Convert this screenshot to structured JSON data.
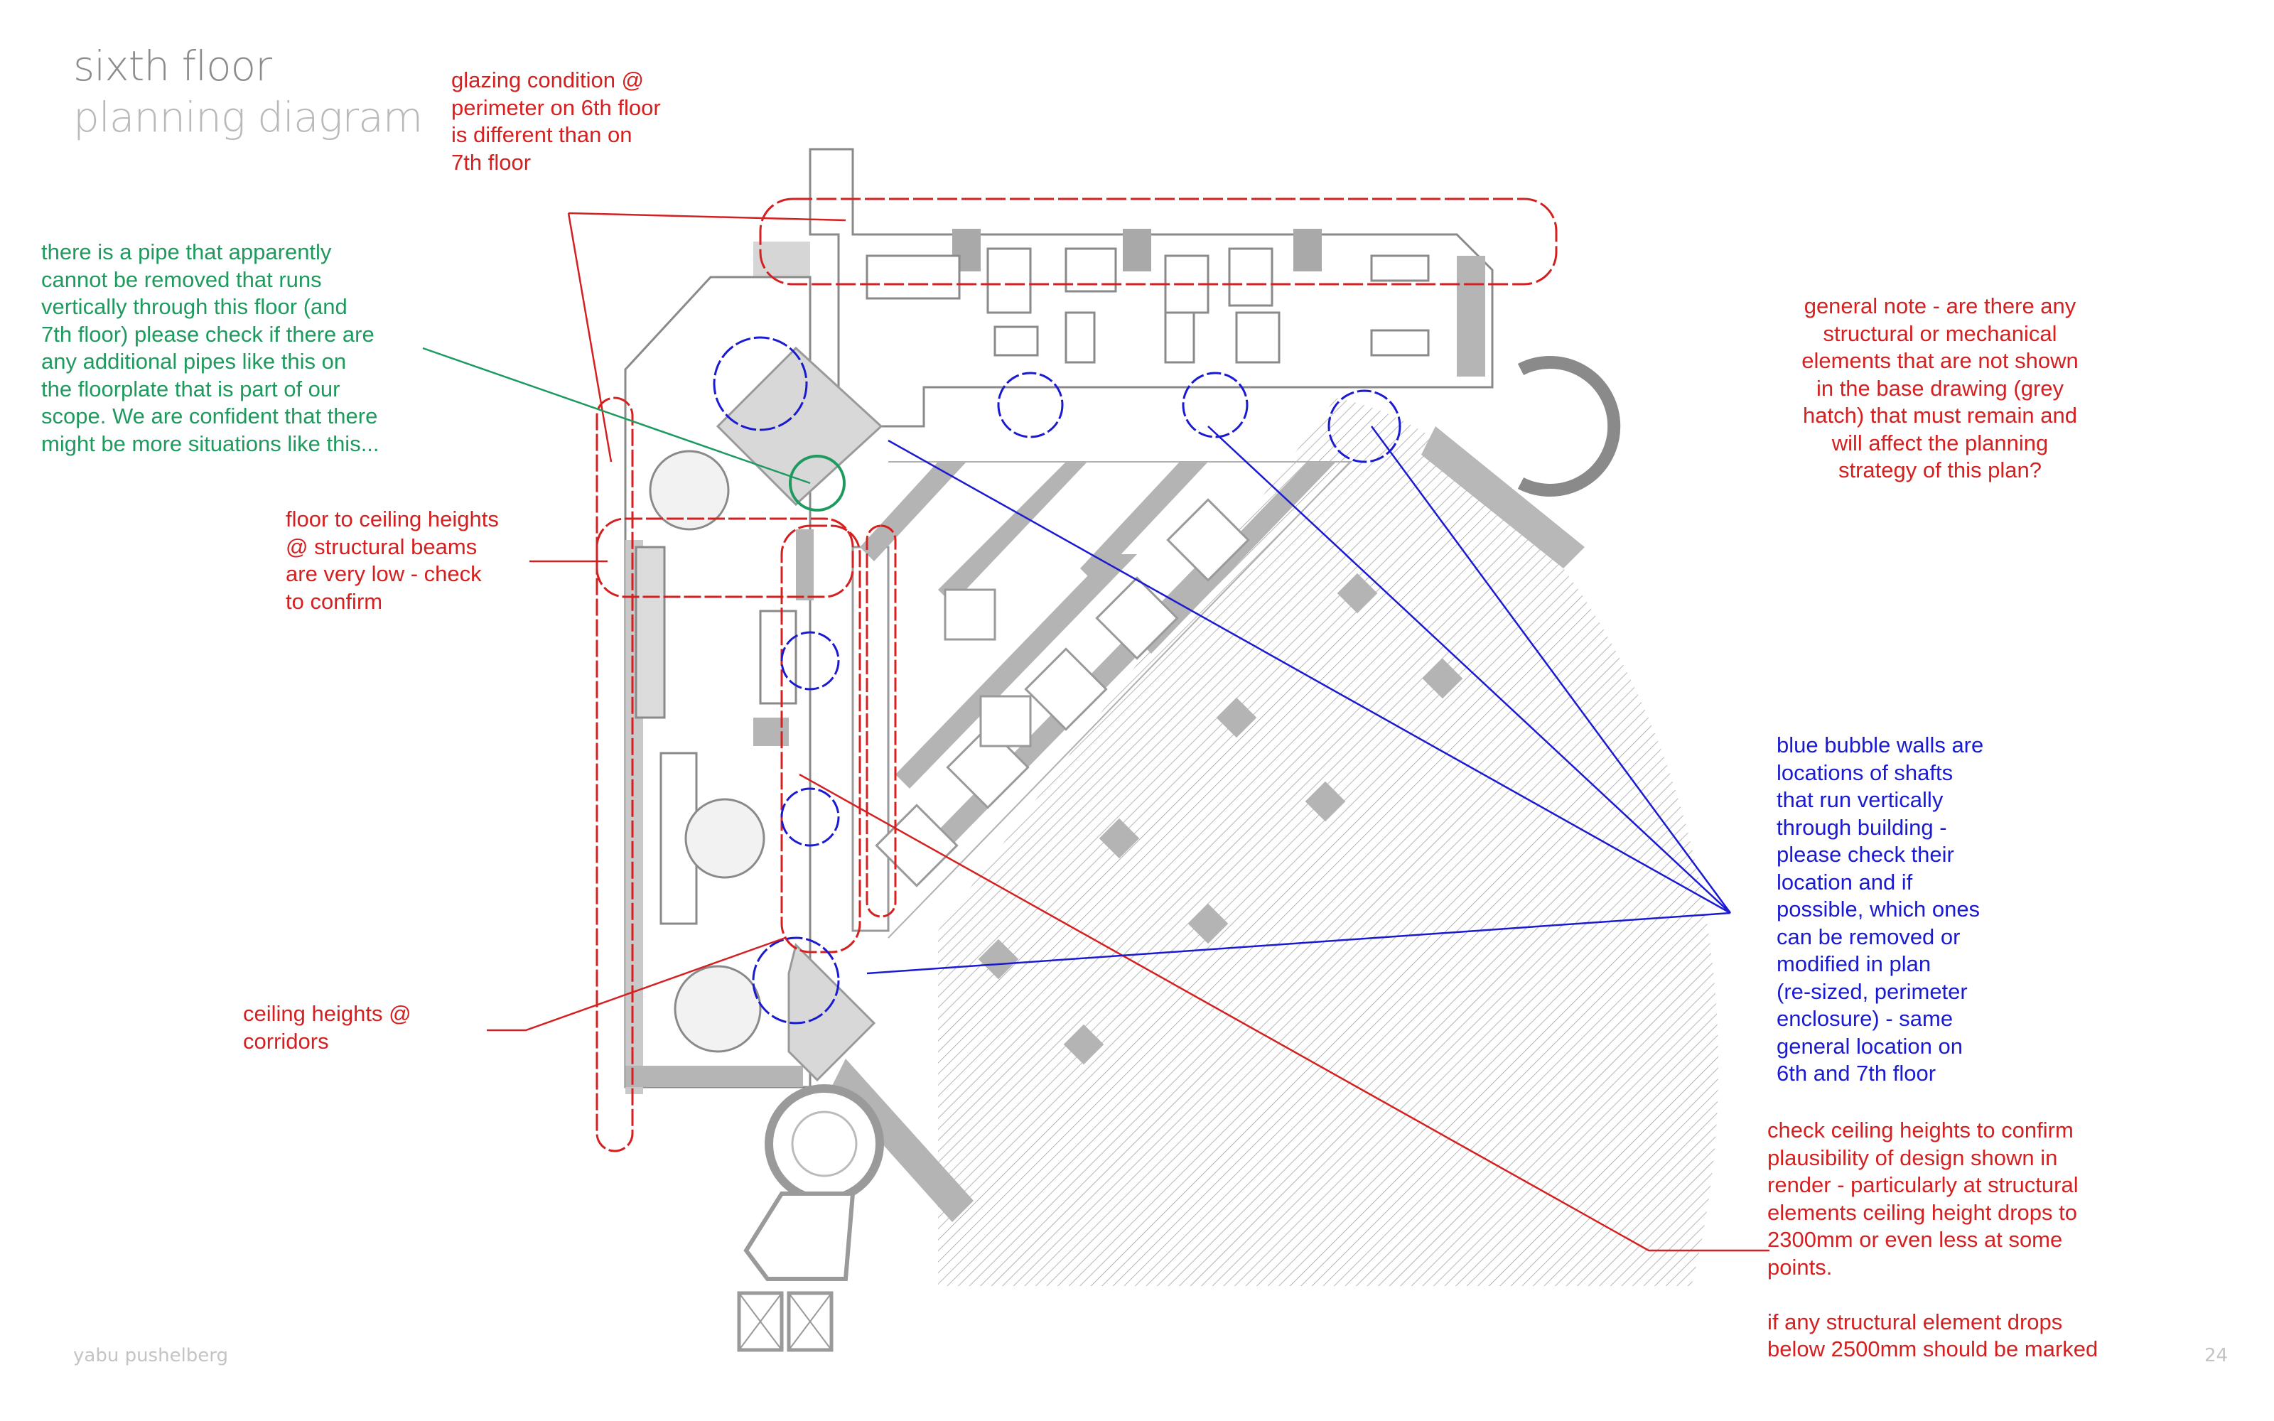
{
  "title": {
    "line1": "sixth floor",
    "line2": "planning diagram"
  },
  "notes": {
    "glazing": "glazing condition @\nperimeter on 6th floor\nis different than on\n7th floor",
    "pipe": "there is a pipe that apparently\ncannot be removed that runs\nvertically through this floor (and\n7th floor) please check if there are\nany additional pipes like this on\nthe floorplate that is part of our\nscope. We are confident that there\nmight be more situations like this...",
    "beams": "floor to ceiling heights\n@ structural beams\nare very low - check\nto confirm",
    "corridors": "ceiling heights @\ncorridors",
    "general": "general note - are there any\nstructural or mechanical\nelements that are not shown\nin the base drawing (grey\nhatch) that must remain and\nwill affect the planning\nstrategy of this plan?",
    "shafts": "blue bubble walls are\nlocations of shafts\nthat run vertically\nthrough building -\nplease check their\nlocation and if\npossible, which ones\ncan be removed or\nmodified in plan\n(re-sized, perimeter\nenclosure) - same\ngeneral location on\n6th and 7th floor",
    "render": "check ceiling heights to confirm\nplausibility of design shown in\nrender - particularly at structural\nelements ceiling height drops to\n2300mm or even less at some\npoints.\n\nif any structural element drops\nbelow 2500mm should be marked"
  },
  "footer": {
    "brand": "yabu pushelberg",
    "page": "24"
  },
  "colors": {
    "red": "#d42020",
    "green": "#1f9a5e",
    "blue": "#1a1ad0",
    "wall": "#a9a9a9",
    "title_dark": "#8c8c8c",
    "title_light": "#b9b9b9"
  }
}
